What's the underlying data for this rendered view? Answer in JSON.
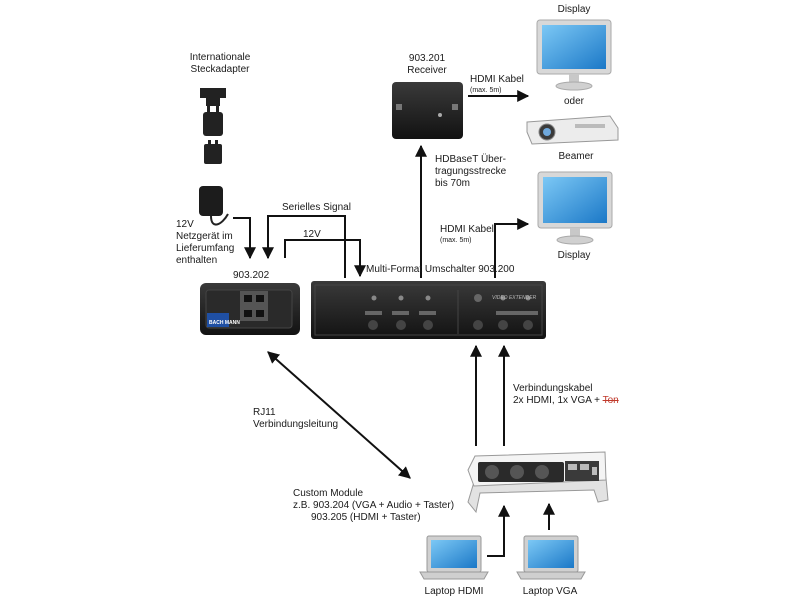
{
  "labels": {
    "adapter_title_1": "Internationale",
    "adapter_title_2": "Steckadapter",
    "power_1": "12V",
    "power_2": "Netzgerät im",
    "power_3": "Lieferumfang",
    "power_4": "enthalten",
    "serial_signal": "Serielles Signal",
    "volt_12": "12V",
    "wallplate_id": "903.202",
    "receiver_id": "903.201",
    "receiver_name": "Receiver",
    "hdmi_cable_top": "HDMI Kabel",
    "hdmi_cable_top_note": "(max. 5m)",
    "display_top": "Display",
    "oder": "oder",
    "beamer": "Beamer",
    "hdbaset_1": "HDBaseT Über-",
    "hdbaset_2": "tragungsstrecke",
    "hdbaset_3": "bis 70m",
    "hdmi_cable_mid": "HDMI Kabel",
    "hdmi_cable_mid_note": "(max. 5m)",
    "display_mid": "Display",
    "switch_name": "Multi-Format Umschalter 903.200",
    "rj11_1": "RJ11",
    "rj11_2": "Verbindungsleitung",
    "conn_cable_1": "Verbindungskabel",
    "conn_cable_2": "2x HDMI, 1x VGA + ",
    "conn_cable_strike": "Ton",
    "custom_1": "Custom Module",
    "custom_2": "z.B. 903.204  (VGA + Audio + Taster)",
    "custom_3": "903.205 (HDMI + Taster)",
    "laptop_hdmi": "Laptop HDMI",
    "laptop_vga": "Laptop  VGA",
    "bachmann_logo": "BACH MANN",
    "device_brand": "VIDEO EXTENDER"
  },
  "colors": {
    "line": "#111111",
    "device_dark": "#1c1c1c",
    "monitor_screen": "#3aa0e0",
    "strike": "#c0392b"
  }
}
